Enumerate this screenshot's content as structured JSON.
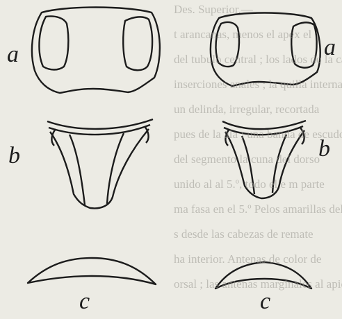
{
  "labels": {
    "a_left": "a",
    "a_right": "a",
    "b_left": "b",
    "b_right": "b",
    "c_left": "c",
    "c_right": "c"
  },
  "background_text": [
    "Des. Superior.—",
    "t arancanas, menos el apex el",
    "del tubulo central ; los lados de la cabeza",
    "inserciones anales ; la quilla interna",
    "un delinda, irregular, recortada",
    "pues de la ala ; una banda de escudo",
    "del segmento la cuna del dorso",
    "unido al al 5.º, todo el e  m  parte",
    "ma fasa en el 5.º Pelos amarillas del",
    "s desde las cabezas de remate",
    "ha interior. Antenas de color de",
    "orsal ; las antenas marginales al apice"
  ],
  "colors": {
    "ink": "#1c1c1c",
    "paper": "#ecebe4",
    "ghost_text": "#9a9891"
  }
}
